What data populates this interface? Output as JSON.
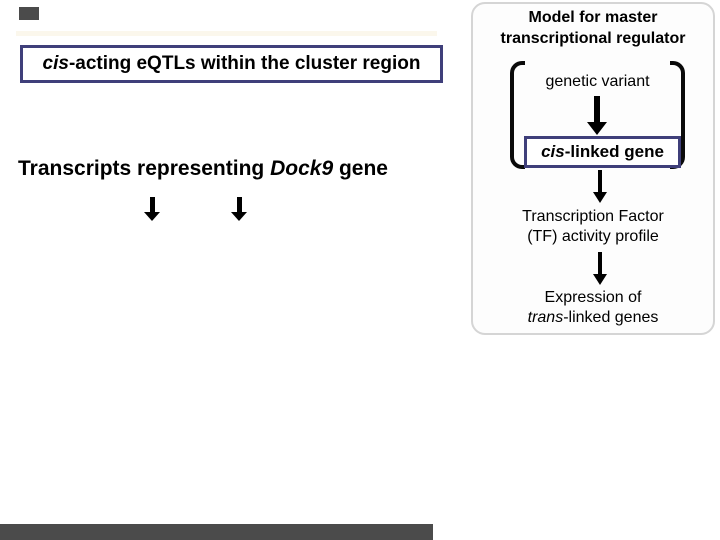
{
  "colors": {
    "box_border": "#3f3f7a",
    "panel_border": "#d5d5d5",
    "panel_bg": "#fdfdfd",
    "artifact_gray": "#4b4b4b",
    "text": "#000000"
  },
  "artifacts": {
    "top_left_chip": "gray-rectangle",
    "bottom_bar": "gray-bar"
  },
  "left_section": {
    "qtl_box": {
      "italic_part": "cis",
      "rest": "-acting eQTLs within the cluster region"
    },
    "transcripts_label": {
      "pre": "Transcripts representing ",
      "gene_italic": "Dock9",
      "post": " gene"
    },
    "arrows": [
      "down-arrow",
      "down-arrow"
    ]
  },
  "model_panel": {
    "title_line1": "Model for master",
    "title_line2": "transcriptional regulator",
    "genetic_variant": "genetic variant",
    "cis_box": {
      "italic_part": "cis",
      "rest": "-linked gene"
    },
    "tf_line1": "Transcription Factor",
    "tf_line2": "(TF) activity profile",
    "expression_line1": "Expression of",
    "expression_italic": "trans",
    "expression_rest": "-linked genes"
  }
}
